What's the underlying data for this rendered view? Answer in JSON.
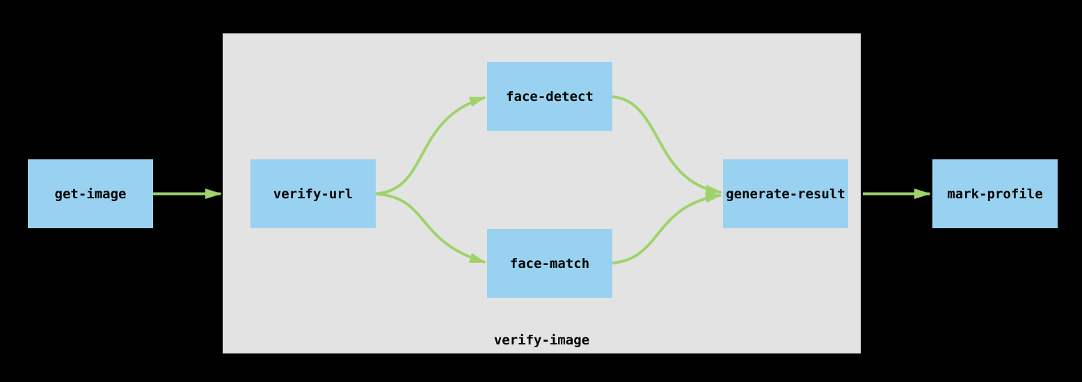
{
  "diagram": {
    "type": "workflow-flowchart"
  },
  "colors": {
    "node-fill": "#99d2f0",
    "edge": "#9ed36c",
    "subgraph-fill": "#e3e3e3",
    "label-text": "#000000",
    "canvas-bg": "#000000"
  },
  "nodes": {
    "get_image": {
      "label": "get-image"
    },
    "verify_url": {
      "label": "verify-url"
    },
    "face_detect": {
      "label": "face-detect"
    },
    "face_match": {
      "label": "face-match"
    },
    "generate_result": {
      "label": "generate-result"
    },
    "mark_profile": {
      "label": "mark-profile"
    }
  },
  "subgraph": {
    "label": "verify-image",
    "children": [
      "verify-url",
      "face-detect",
      "face-match",
      "generate-result"
    ]
  },
  "edges": [
    {
      "from": "get-image",
      "to": "verify-image"
    },
    {
      "from": "verify-url",
      "to": "face-detect"
    },
    {
      "from": "verify-url",
      "to": "face-match"
    },
    {
      "from": "face-detect",
      "to": "generate-result"
    },
    {
      "from": "face-match",
      "to": "generate-result"
    },
    {
      "from": "verify-image",
      "to": "mark-profile"
    }
  ]
}
